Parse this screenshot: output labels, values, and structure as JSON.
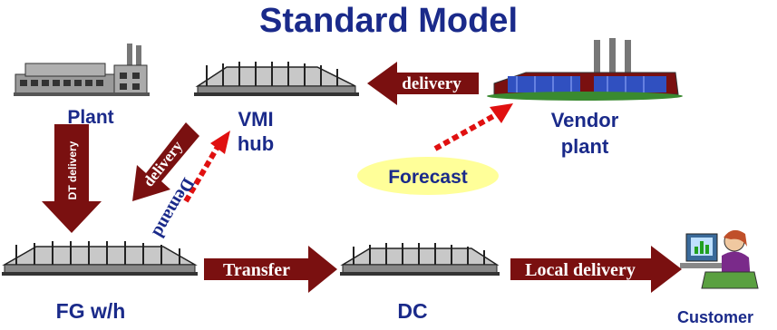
{
  "title": "Standard Model",
  "nodes": {
    "plant": "Plant",
    "vmi_hub_line1": "VMI",
    "vmi_hub_line2": "hub",
    "vendor_plant_line1": "Vendor",
    "vendor_plant_line2": "plant",
    "fg_wh": "FG w/h",
    "dc": "DC",
    "customer": "Customer"
  },
  "arrows": {
    "delivery_top": "delivery",
    "dt_delivery": "DT delivery",
    "delivery_diag": "delivery",
    "demand": "Demand",
    "transfer": "Transfer",
    "local_delivery": "Local delivery"
  },
  "forecast": "Forecast",
  "colors": {
    "title": "#1a2a8a",
    "arrow": "#7a1010",
    "dotted": "#e01010",
    "forecast_bg": "#ffff99"
  }
}
